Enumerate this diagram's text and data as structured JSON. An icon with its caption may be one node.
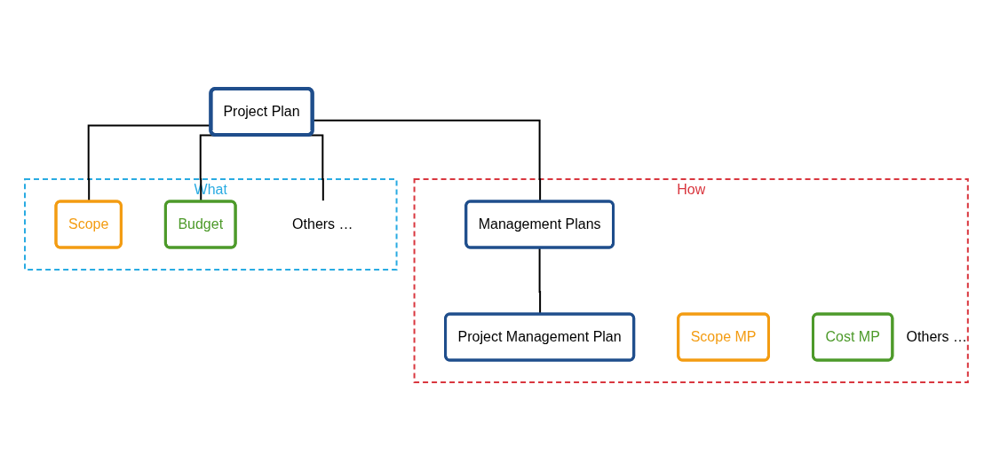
{
  "diagram": {
    "nodes": [
      {
        "text": [
          "Project Plan"
        ]
      },
      {
        "text": [
          "How"
        ]
      },
      {
        "text": [
          "Management Plans"
        ],
        "in": 1
      },
      {
        "text": [
          "Project Management Plan"
        ],
        "in": 1
      },
      {
        "text": [
          "Scope MP"
        ],
        "in": 1
      },
      {
        "text": [
          "Cost MP"
        ],
        "in": 1
      },
      {
        "text": [
          "Others …"
        ],
        "in": 1
      },
      {
        "text": [
          "What"
        ]
      },
      {
        "text": [
          "Scope"
        ],
        "in": 7
      },
      {
        "text": [
          "Budget"
        ],
        "in": 7
      },
      {
        "text": [
          "Others …"
        ],
        "in": 7
      }
    ],
    "edges": [
      {
        "from": 0,
        "to": 2,
        "arrow": "none"
      },
      {
        "from": 0,
        "to": 8,
        "arrow": "none"
      },
      {
        "from": 0,
        "to": 9,
        "arrow": "none"
      },
      {
        "from": 0,
        "to": 10,
        "arrow": "none"
      },
      {
        "from": 2,
        "to": 3,
        "arrow": "none"
      }
    ]
  }
}
